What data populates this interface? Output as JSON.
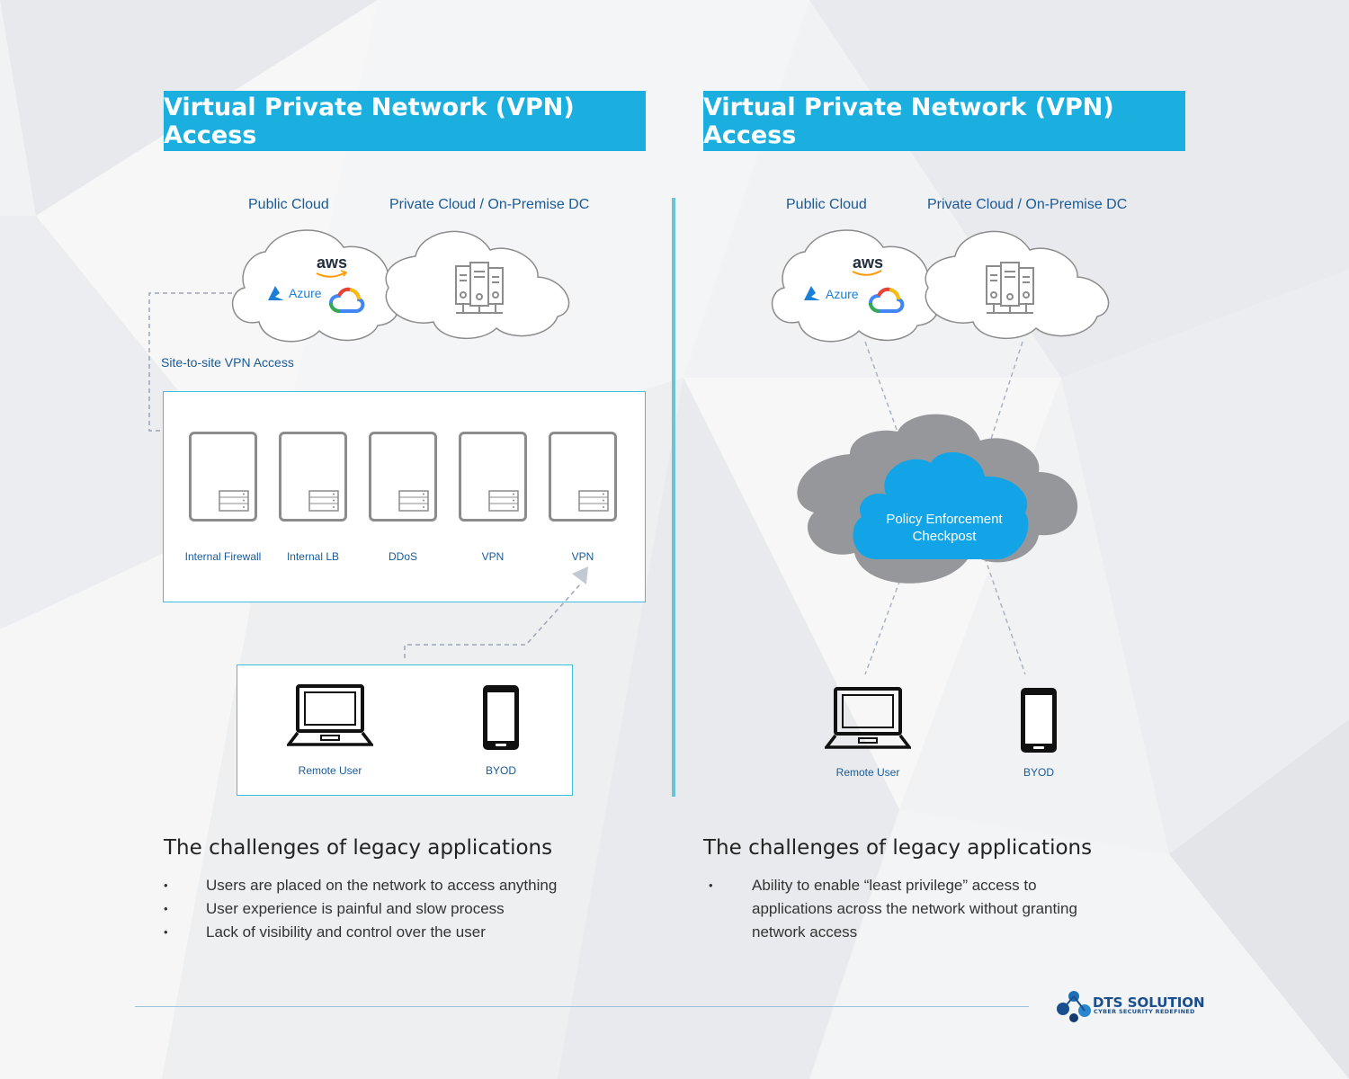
{
  "left": {
    "title": "Virtual Private Network (VPN) Access",
    "public_cloud_label": "Public Cloud",
    "private_cloud_label": "Private Cloud / On-Premise DC",
    "aws_label": "aws",
    "azure_label": "Azure",
    "site_to_site_label": "Site-to-site VPN Access",
    "devices": [
      "Internal Firewall",
      "Internal LB",
      "DDoS",
      "VPN",
      "VPN"
    ],
    "remote_user_label": "Remote User",
    "byod_label": "BYOD",
    "challenges_heading": "The challenges of legacy applications",
    "challenges": [
      "Users are placed on the network to access anything",
      "User experience is painful and slow process",
      "Lack of visibility and control over the user"
    ]
  },
  "right": {
    "title": "Virtual Private Network (VPN) Access",
    "public_cloud_label": "Public Cloud",
    "private_cloud_label": "Private Cloud / On-Premise DC",
    "aws_label": "aws",
    "azure_label": "Azure",
    "checkpost_line1": "Policy Enforcement",
    "checkpost_line2": "Checkpost",
    "remote_user_label": "Remote User",
    "byod_label": "BYOD",
    "challenges_heading": "The challenges of legacy applications",
    "challenges": [
      "Ability to enable “least privilege” access to applications across the network without granting network access"
    ]
  },
  "logo": {
    "name": "DTS SOLUTION",
    "tagline": "CYBER SECURITY REDEFINED"
  },
  "colors": {
    "title_bar": "#1bafe0",
    "label_blue": "#1a5a96",
    "checkpost_blue": "#12a4e6",
    "cloud_gray": "#96979a"
  }
}
